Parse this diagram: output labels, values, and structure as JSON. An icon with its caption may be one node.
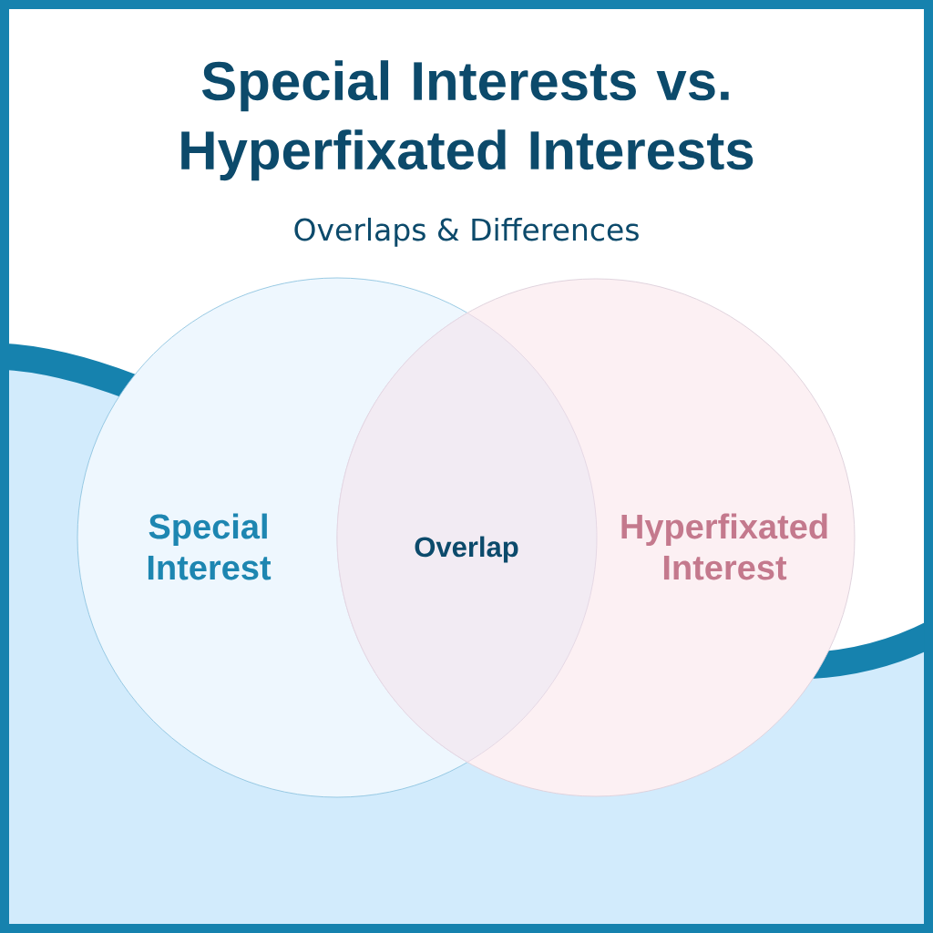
{
  "diagram": {
    "title": "Special Interests vs. Hyperfixated Interests",
    "nodes": [
      {
        "text": [
          "Special Interest"
        ]
      },
      {
        "text": [
          "Hyperfixated Interest"
        ]
      }
    ],
    "labels": [
      "Overlaps & Differences",
      "Overlap"
    ]
  }
}
